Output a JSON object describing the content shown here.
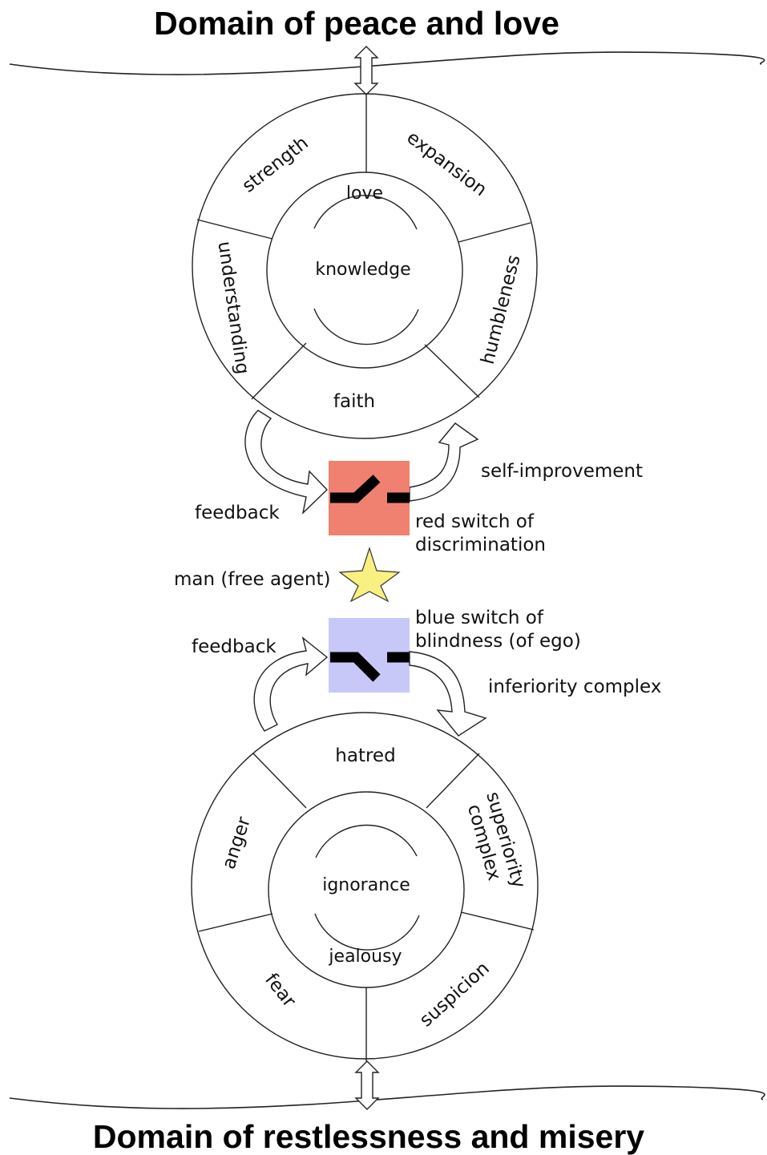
{
  "titles": {
    "top": "Domain of peace and love",
    "bottom": "Domain of restlessness and misery"
  },
  "upper_wheel": {
    "outer_segments": [
      "strength",
      "expansion",
      "understanding",
      "humbleness"
    ],
    "bottom_segment": "faith",
    "ring_label": "love",
    "center_label": "knowledge"
  },
  "lower_wheel": {
    "top_segment": "hatred",
    "outer_segments": [
      "anger",
      "superiority",
      "complex",
      "fear",
      "suspicion"
    ],
    "ring_label": "jealousy",
    "center_label": "ignorance"
  },
  "red_switch": {
    "label_line1": "red switch of",
    "label_line2": "discrimination",
    "color": "#f08070"
  },
  "blue_switch": {
    "label_line1": "blue switch of",
    "label_line2": "blindness (of ego)",
    "color": "#c8c8f8"
  },
  "agent": {
    "label": "man (free agent)",
    "color": "#f8f080"
  },
  "loops": {
    "upper_feedback": "feedback",
    "upper_outcome": "self-improvement",
    "lower_feedback": "feedback",
    "lower_outcome": "inferiority complex"
  },
  "icons": [
    "double-arrow-icon",
    "star-icon",
    "switch-icon",
    "curved-arrow-icon"
  ]
}
